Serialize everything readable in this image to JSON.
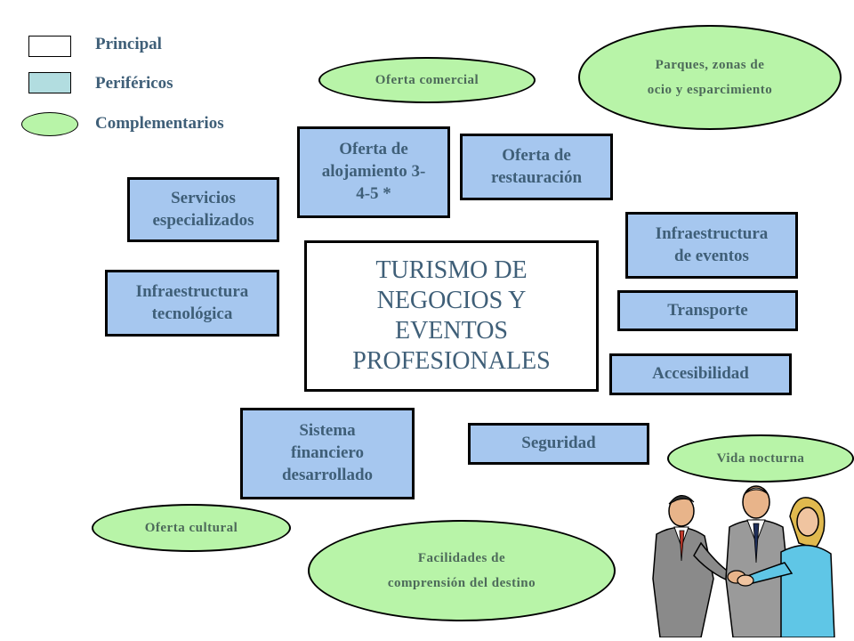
{
  "legend": {
    "principal": "Principal",
    "perifericos": "Periféricos",
    "complementarios": "Complementarios"
  },
  "center": "TURISMO DE\nNEGOCIOS Y\nEVENTOS\nPROFESIONALES",
  "peripheral": {
    "alojamiento": "Oferta de\nalojamiento 3-\n4-5 *",
    "restauracion": "Oferta de\nrestauración",
    "servicios": "Servicios\nespecializados",
    "infra_eventos": "Infraestructura\nde eventos",
    "infra_tecnologica": "Infraestructura\ntecnológica",
    "transporte": "Transporte",
    "accesibilidad": "Accesibilidad",
    "sistema_financiero": "Sistema\nfinanciero\ndesarrollado",
    "seguridad": "Seguridad"
  },
  "complementary": {
    "oferta_comercial": "Oferta comercial",
    "parques": "Parques, zonas de\nocio y esparcimiento",
    "vida_nocturna": "Vida nocturna",
    "oferta_cultural": "Oferta cultural",
    "facilidades": "Facilidades de\ncomprensión del destino"
  },
  "colors": {
    "peripheral_fill": "#a6c7ef",
    "complementary_fill": "#b8f4a8",
    "legend_peripheral_fill": "#b2dde0",
    "text": "#3f5f78"
  },
  "illustration": "business-people-handshake-clipart"
}
